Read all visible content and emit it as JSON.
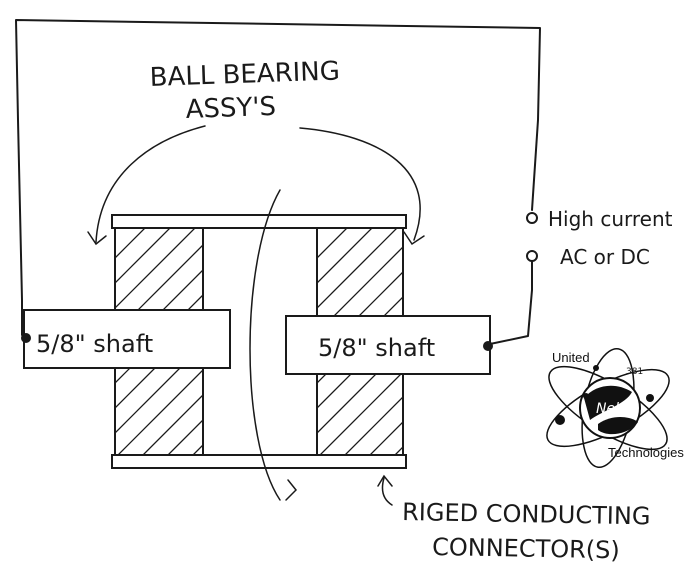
{
  "labels": {
    "bearing_line1": "BALL BEARING",
    "bearing_line2": "ASSY'S",
    "left_shaft": "5/8\" shaft",
    "right_shaft": "5/8\" shaft",
    "source_line1": "High current",
    "source_line2": "AC or DC",
    "connector_line1": "RIGED CONDUCTING",
    "connector_line2": "CONNECTOR(S)"
  },
  "logo": {
    "word_top": "United",
    "word_bottom": "Technologies",
    "emblem_text": "Neko",
    "emblem_small": "381"
  },
  "colors": {
    "ink": "#1a1a1a",
    "paper": "#ffffff"
  }
}
